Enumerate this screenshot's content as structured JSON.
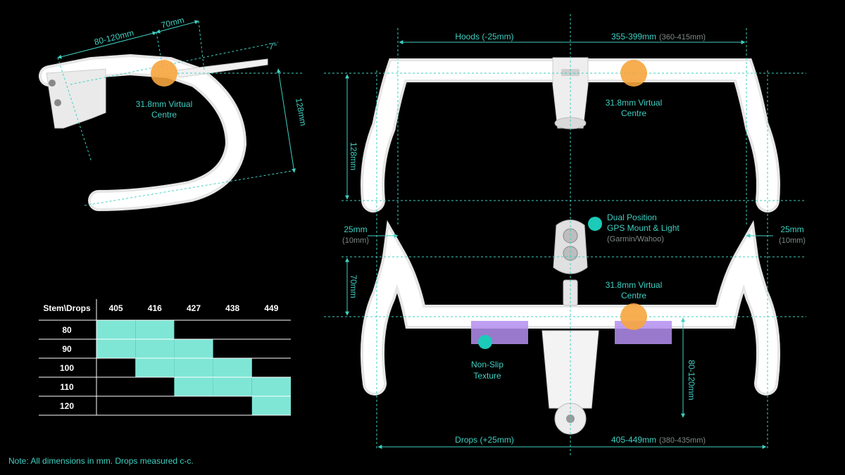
{
  "side_view": {
    "dim_reach": "80-120mm",
    "dim_70": "70mm",
    "dim_angle": "-7°",
    "dim_drop": "128mm",
    "virtual_centre": [
      "31.8mm Virtual",
      "Centre"
    ]
  },
  "top_view": {
    "hoods_label": "Hoods (-25mm)",
    "hoods_value": "355-399mm",
    "hoods_alt": "(360-415mm)",
    "drop_height": "128mm",
    "flare_left": "25mm",
    "flare_left_alt": "(10mm)",
    "flare_right": "25mm",
    "flare_right_alt": "(10mm)",
    "virtual_centre_top": [
      "31.8mm Virtual",
      "Centre"
    ],
    "virtual_centre_bottom": [
      "31.8mm Virtual",
      "Centre"
    ],
    "gps_mount": [
      "Dual Position",
      "GPS Mount & Light"
    ],
    "gps_mount_alt": "(Garmin/Wahoo)",
    "height_70": "70mm",
    "non_slip": [
      "Non-Slip",
      "Texture"
    ],
    "stem_reach": "80-120mm",
    "drops_label": "Drops (+25mm)",
    "drops_value": "405-449mm",
    "drops_alt": "(380-435mm)"
  },
  "size_table": {
    "corner_label": "Stem\\Drops",
    "columns": [
      "405",
      "416",
      "427",
      "438",
      "449"
    ],
    "rows": [
      {
        "label": "80",
        "available": [
          true,
          true,
          false,
          false,
          false
        ]
      },
      {
        "label": "90",
        "available": [
          true,
          true,
          true,
          false,
          false
        ]
      },
      {
        "label": "100",
        "available": [
          false,
          true,
          true,
          true,
          false
        ]
      },
      {
        "label": "110",
        "available": [
          false,
          false,
          true,
          true,
          true
        ]
      },
      {
        "label": "120",
        "available": [
          false,
          false,
          false,
          false,
          true
        ]
      }
    ]
  },
  "colors": {
    "accent": "#3fd0c2",
    "cell_fill": "#7fe6d6",
    "virtual_centre": "#f6a53e",
    "texture": "#b48ef0"
  },
  "note": "Note: All dimensions in mm. Drops measured c-c."
}
